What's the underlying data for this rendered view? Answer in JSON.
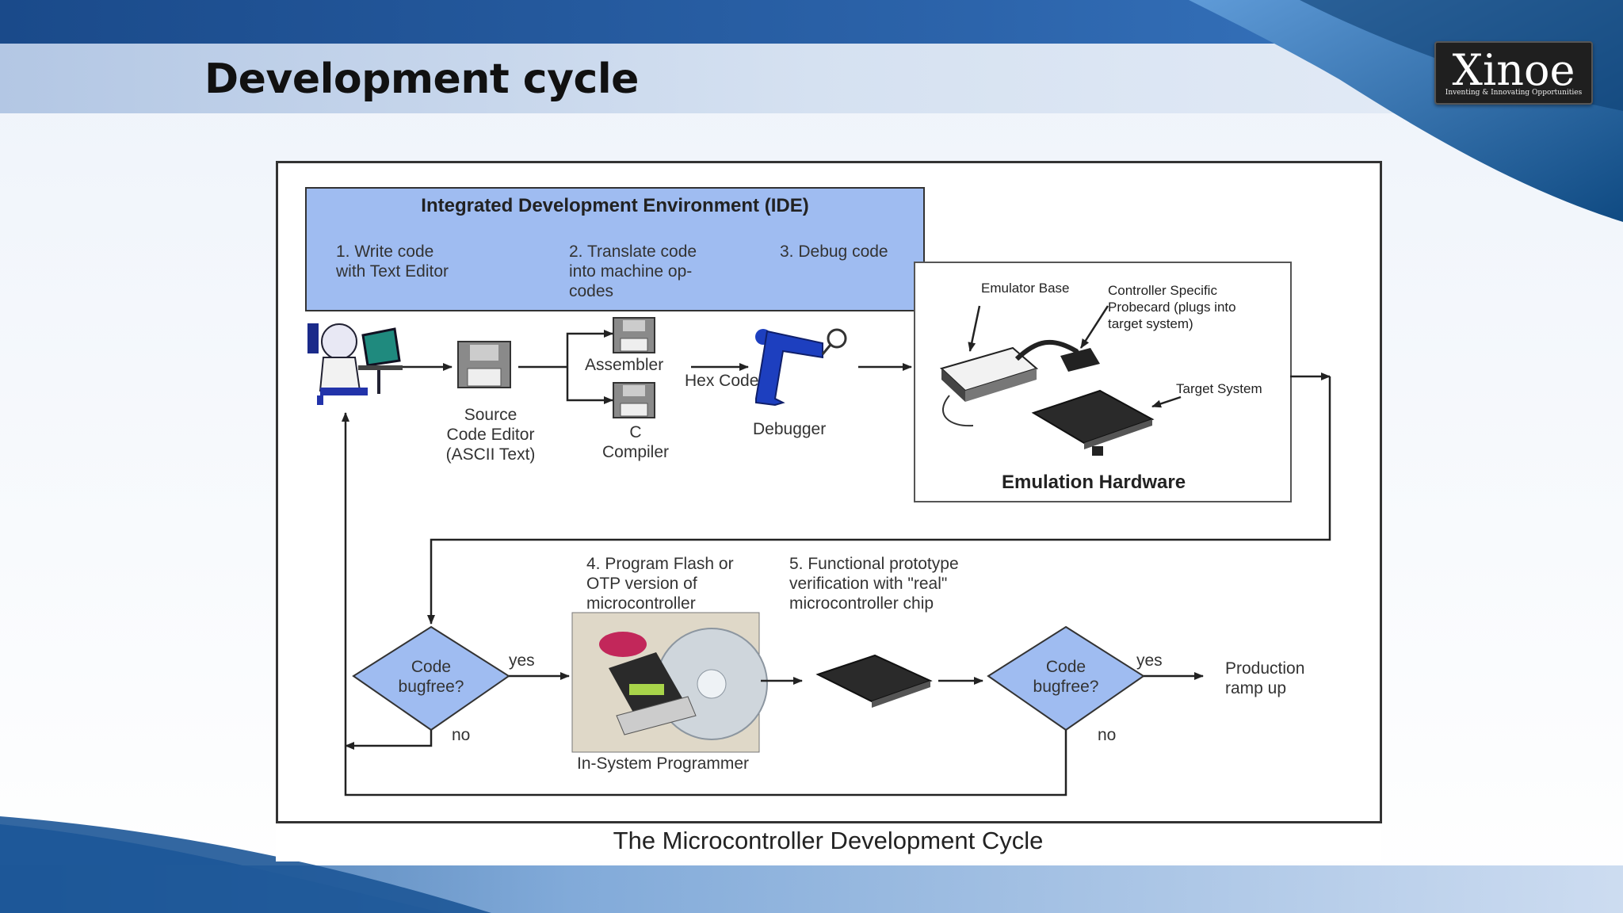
{
  "slide": {
    "title": "Development cycle",
    "colors": {
      "band_dark": "#1b4f8f",
      "band_light": "#b9cde8",
      "accent": "#3a78c2"
    }
  },
  "logo": {
    "word": "Xinoe",
    "tagline": "Inventing & Innovating Opportunities"
  },
  "figure": {
    "caption": "The Microcontroller Development Cycle",
    "ide": {
      "title": "Integrated Development Environment (IDE)",
      "step1": "1. Write code\nwith Text Editor",
      "step2": "2. Translate code\ninto machine op-\ncodes",
      "step3": "3. Debug code",
      "fill": "#9fbcf1"
    },
    "nodes": {
      "source": "Source\nCode Editor\n(ASCII Text)",
      "assembler": "Assembler",
      "compiler": "C\nCompiler",
      "hex_code": "Hex Code",
      "debugger": "Debugger"
    },
    "emulation": {
      "title": "Emulation Hardware",
      "emulator_base": "Emulator Base",
      "probecard": "Controller Specific\nProbecard (plugs into\ntarget system)",
      "target_system": "Target System"
    },
    "lower": {
      "step4": "4. Program  Flash or\nOTP version of\nmicrocontroller",
      "step5": "5. Functional prototype\nverification with \"real\"\nmicrocontroller chip",
      "isp": "In-System Programmer",
      "decision": "Code\nbugfree?",
      "yes": "yes",
      "no": "no",
      "production": "Production\nramp up"
    }
  }
}
